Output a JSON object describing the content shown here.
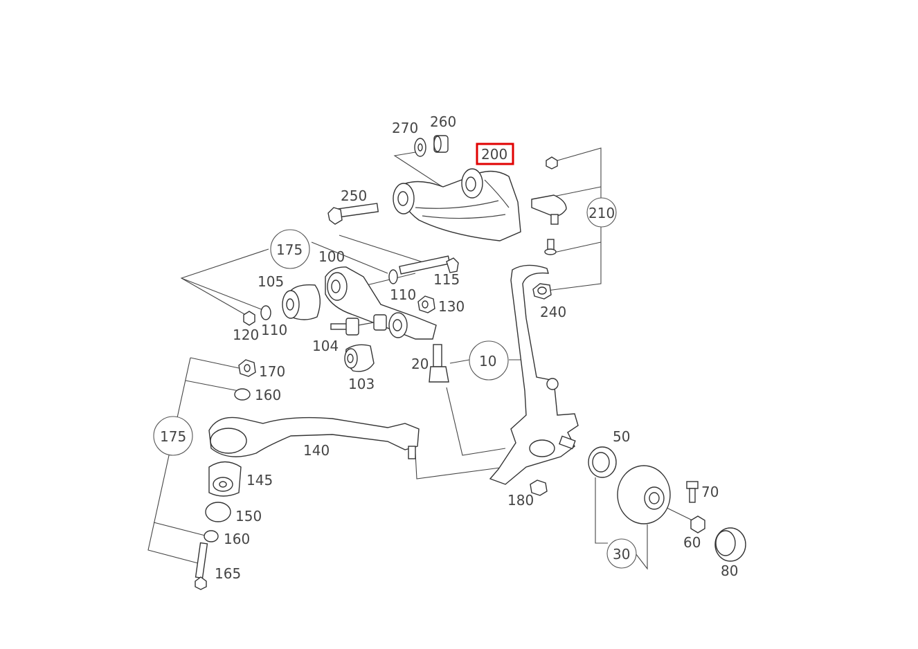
{
  "labels": {
    "l270": "270",
    "l260": "260",
    "l200": "200",
    "l250": "250",
    "l210": "210",
    "l175a": "175",
    "l100": "100",
    "l105": "105",
    "l115": "115",
    "l110a": "110",
    "l130": "130",
    "l240": "240",
    "l120": "120",
    "l110b": "110",
    "l104": "104",
    "l103": "103",
    "l20": "20",
    "l10": "10",
    "l170": "170",
    "l160a": "160",
    "l175b": "175",
    "l140": "140",
    "l145": "145",
    "l150": "150",
    "l160b": "160",
    "l165": "165",
    "l180": "180",
    "l50": "50",
    "l70": "70",
    "l60": "60",
    "l30": "30",
    "l80": "80"
  },
  "highlight": {
    "part": "200",
    "color": "#e00000"
  },
  "colors": {
    "line": "#333333",
    "text": "#444444"
  }
}
